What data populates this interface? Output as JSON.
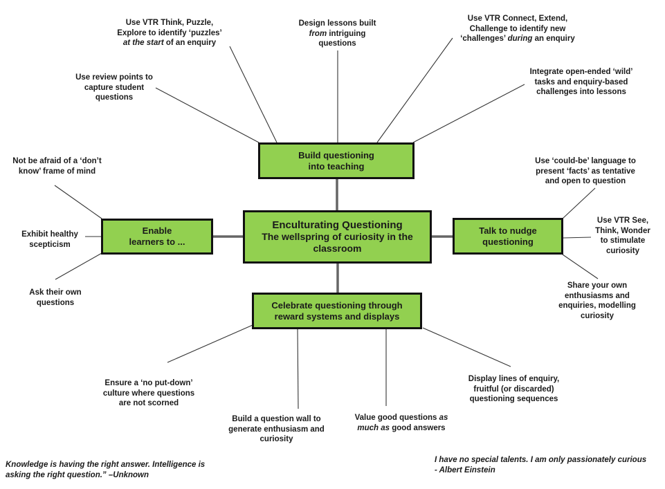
{
  "colors": {
    "node_fill": "#92d050",
    "node_border": "#111111",
    "line": "#333333",
    "connector": "#666666"
  },
  "center": {
    "title": "Enculturating Questioning",
    "subtitle_line1": "The wellspring of curiosity in the",
    "subtitle_line2": "classroom"
  },
  "branches": {
    "top": {
      "line1": "Build questioning",
      "line2": "into teaching"
    },
    "left": {
      "line1": "Enable",
      "line2": "learners to ..."
    },
    "right": {
      "line1": "Talk to nudge",
      "line2": "questioning"
    },
    "bottom": {
      "line1": "Celebrate questioning through",
      "line2": "reward systems  and displays"
    }
  },
  "leaves": {
    "review_points": [
      "Use review points to",
      "capture student",
      "questions"
    ],
    "think_puzzle": {
      "line1": "Use VTR Think, Puzzle,",
      "line2": "Explore to identify ‘puzzles’",
      "line3_italic": "at the start",
      "line3_rest": " of an enquiry"
    },
    "design_lessons": {
      "line1": "Design lessons built",
      "line2_italic": "from",
      "line2_rest": " intriguing",
      "line3": "questions"
    },
    "connect_extend": {
      "line1": "Use VTR Connect, Extend,",
      "line2": "Challenge to identify new",
      "line3_pre": "‘challenges’ ",
      "line3_italic": "during",
      "line3_rest": " an enquiry"
    },
    "integrate": [
      "Integrate open-ended ‘wild’",
      "tasks and enquiry-based",
      "challenges into lessons"
    ],
    "not_afraid": [
      "Not be afraid of a ‘don’t",
      "know’ frame of mind"
    ],
    "scepticism": [
      "Exhibit healthy",
      "scepticism"
    ],
    "ask_own": [
      "Ask their own",
      "questions"
    ],
    "could_be": [
      "Use ‘could-be’ language to",
      "present ‘facts’ as tentative",
      "and open to question"
    ],
    "see_think": [
      "Use VTR See,",
      "Think, Wonder",
      "to stimulate",
      "curiosity"
    ],
    "share": [
      "Share your own",
      "enthusiasms and",
      "enquiries, modelling",
      "curiosity"
    ],
    "no_put_down": [
      "Ensure a ‘no put-down’",
      "culture where questions",
      "are not scorned"
    ],
    "question_wall": [
      "Build a question wall to",
      "generate enthusiasm and",
      "curiosity"
    ],
    "value_good": {
      "line1_pre": "Value good questions ",
      "line1_italic": "as",
      "line2_italic": "much as",
      "line2_rest": " good answers"
    },
    "display_lines": [
      "Display lines of enquiry,",
      "fruitful (or discarded)",
      "questioning sequences"
    ]
  },
  "quotes": {
    "left": [
      "Knowledge is having the right answer. Intelligence is",
      "asking the right question.” –Unknown"
    ],
    "right": [
      "I have no special talents. I am only passionately curious",
      "- Albert Einstein"
    ]
  }
}
